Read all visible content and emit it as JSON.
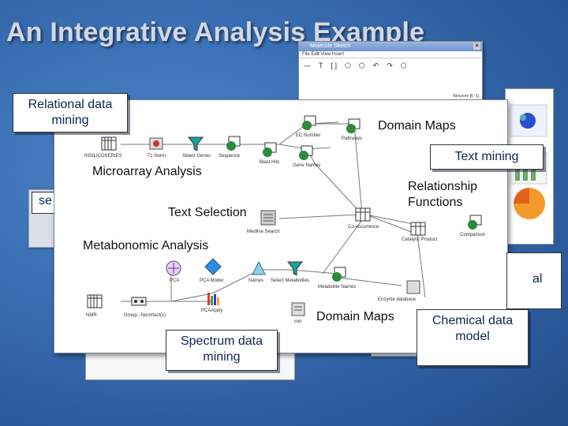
{
  "slide": {
    "title": "An Integrative Analysis Example"
  },
  "sketch_window": {
    "title": "Molecule Sketch",
    "menu": "File  Edit  View  Insert",
    "status": "Benzene [6 -1]"
  },
  "workflow": {
    "sections": {
      "microarray": "Microarray Analysis",
      "domain_maps_top": "Domain Maps",
      "relationship": "Relationship Functions",
      "text_selection": "Text Selection",
      "metabonomic": "Metabonomic Analysis",
      "domain_maps_bottom": "Domain Maps"
    },
    "nodes": {
      "insilicoseries": "INSILICOSERIES",
      "tz_norm": "Tz Norm",
      "select_genes": "Select Genes",
      "sequence": "Sequence",
      "ec_number": "EC Number",
      "pathways": "Pathways",
      "blast_hits": "Blast Hits",
      "gene_names": "Gene Names",
      "medline_search": "Medline Search",
      "cooccurrence": "Co-occurrence",
      "catalytic_product": "Catalytic Product",
      "comparison": "Comparison",
      "pca": "PCA",
      "pca_model": "PCA Model",
      "nmr": "NMR",
      "names": "Names",
      "select_metabolites": "Select Metabolites",
      "metabolite_names": "Metabolite Names",
      "group_normfact": "Group...Normfact(x)",
      "pca_apply": "PCAApply",
      "enzyme_database": "Enzyme database",
      "inin": "inin"
    }
  },
  "callouts": {
    "relational": "Relational data mining",
    "text_mining": "Text mining",
    "spectrum": "Spectrum data mining",
    "chemical": "Chemical data model",
    "partial_left": "se",
    "partial_right": "al"
  },
  "colors": {
    "background": "#3a6fb3",
    "title": "#d2d8e3",
    "callout_text": "#0f2452"
  }
}
